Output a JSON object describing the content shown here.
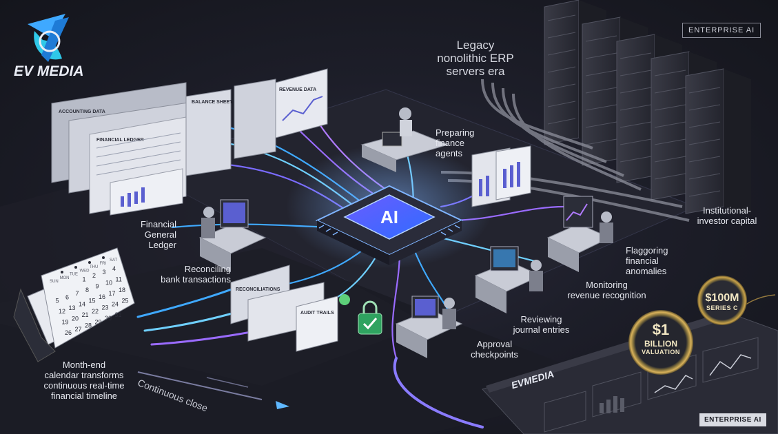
{
  "brand": {
    "logo_text": "EV MEDIA",
    "panel_logo_text": "EVMEDIA"
  },
  "badges": {
    "top": "ENTERPRISE AI",
    "bottom": "ENTERPRISE AI"
  },
  "chip": {
    "label": "AI"
  },
  "labels": {
    "legacy": [
      "Legacy",
      "nonolithic ERP",
      "servers era"
    ],
    "preparing": [
      "Preparing",
      "finance",
      "agents"
    ],
    "institutional": [
      "Institutional-",
      "investor capital"
    ],
    "ledger": [
      "Financial",
      "General",
      "Ledger"
    ],
    "reconciling": [
      "Reconciling",
      "bank transactions"
    ],
    "flagging": [
      "Flaggoring",
      "financial",
      "anomalies"
    ],
    "monitoring": [
      "Monitoring",
      "revenue recognition"
    ],
    "reviewing": [
      "Reviewing",
      "journal entries"
    ],
    "approval": [
      "Approval",
      "checkpoints"
    ],
    "monthend": [
      "Month-end",
      "calendar transforms",
      "continuous real-time",
      "financial timeline"
    ],
    "continuous": "Continuous close"
  },
  "funding": {
    "series": {
      "amount": "$100M",
      "label": "SERIES C"
    },
    "valuation": {
      "amount": "$1",
      "unit": "BILLION",
      "label": "VALUATION"
    }
  },
  "documents": {
    "ledger_title": "FINANCIAL LEDGER",
    "balance_title": "BALANCE SHEET",
    "accounting_title": "ACCOUNTING DATA",
    "revenue_title": "REVENUE DATA",
    "audit_title": "AUDIT TRAILS",
    "reconcile_title": "RECONCILIATIONS"
  },
  "calendar": {
    "weekdays": [
      "SUN",
      "MON",
      "TUE",
      "WED",
      "THU",
      "FRI",
      "SAT"
    ],
    "days": [
      1,
      2,
      3,
      4,
      5,
      6,
      7,
      8,
      9,
      10,
      11,
      12,
      13,
      14,
      15,
      16,
      17,
      18,
      19,
      20,
      21,
      22,
      23,
      24,
      25,
      26,
      27,
      28,
      29,
      30,
      31
    ]
  },
  "colors": {
    "accent": "#8a7bff",
    "glow": "#5fb8ff",
    "gold": "#c9a24a"
  }
}
